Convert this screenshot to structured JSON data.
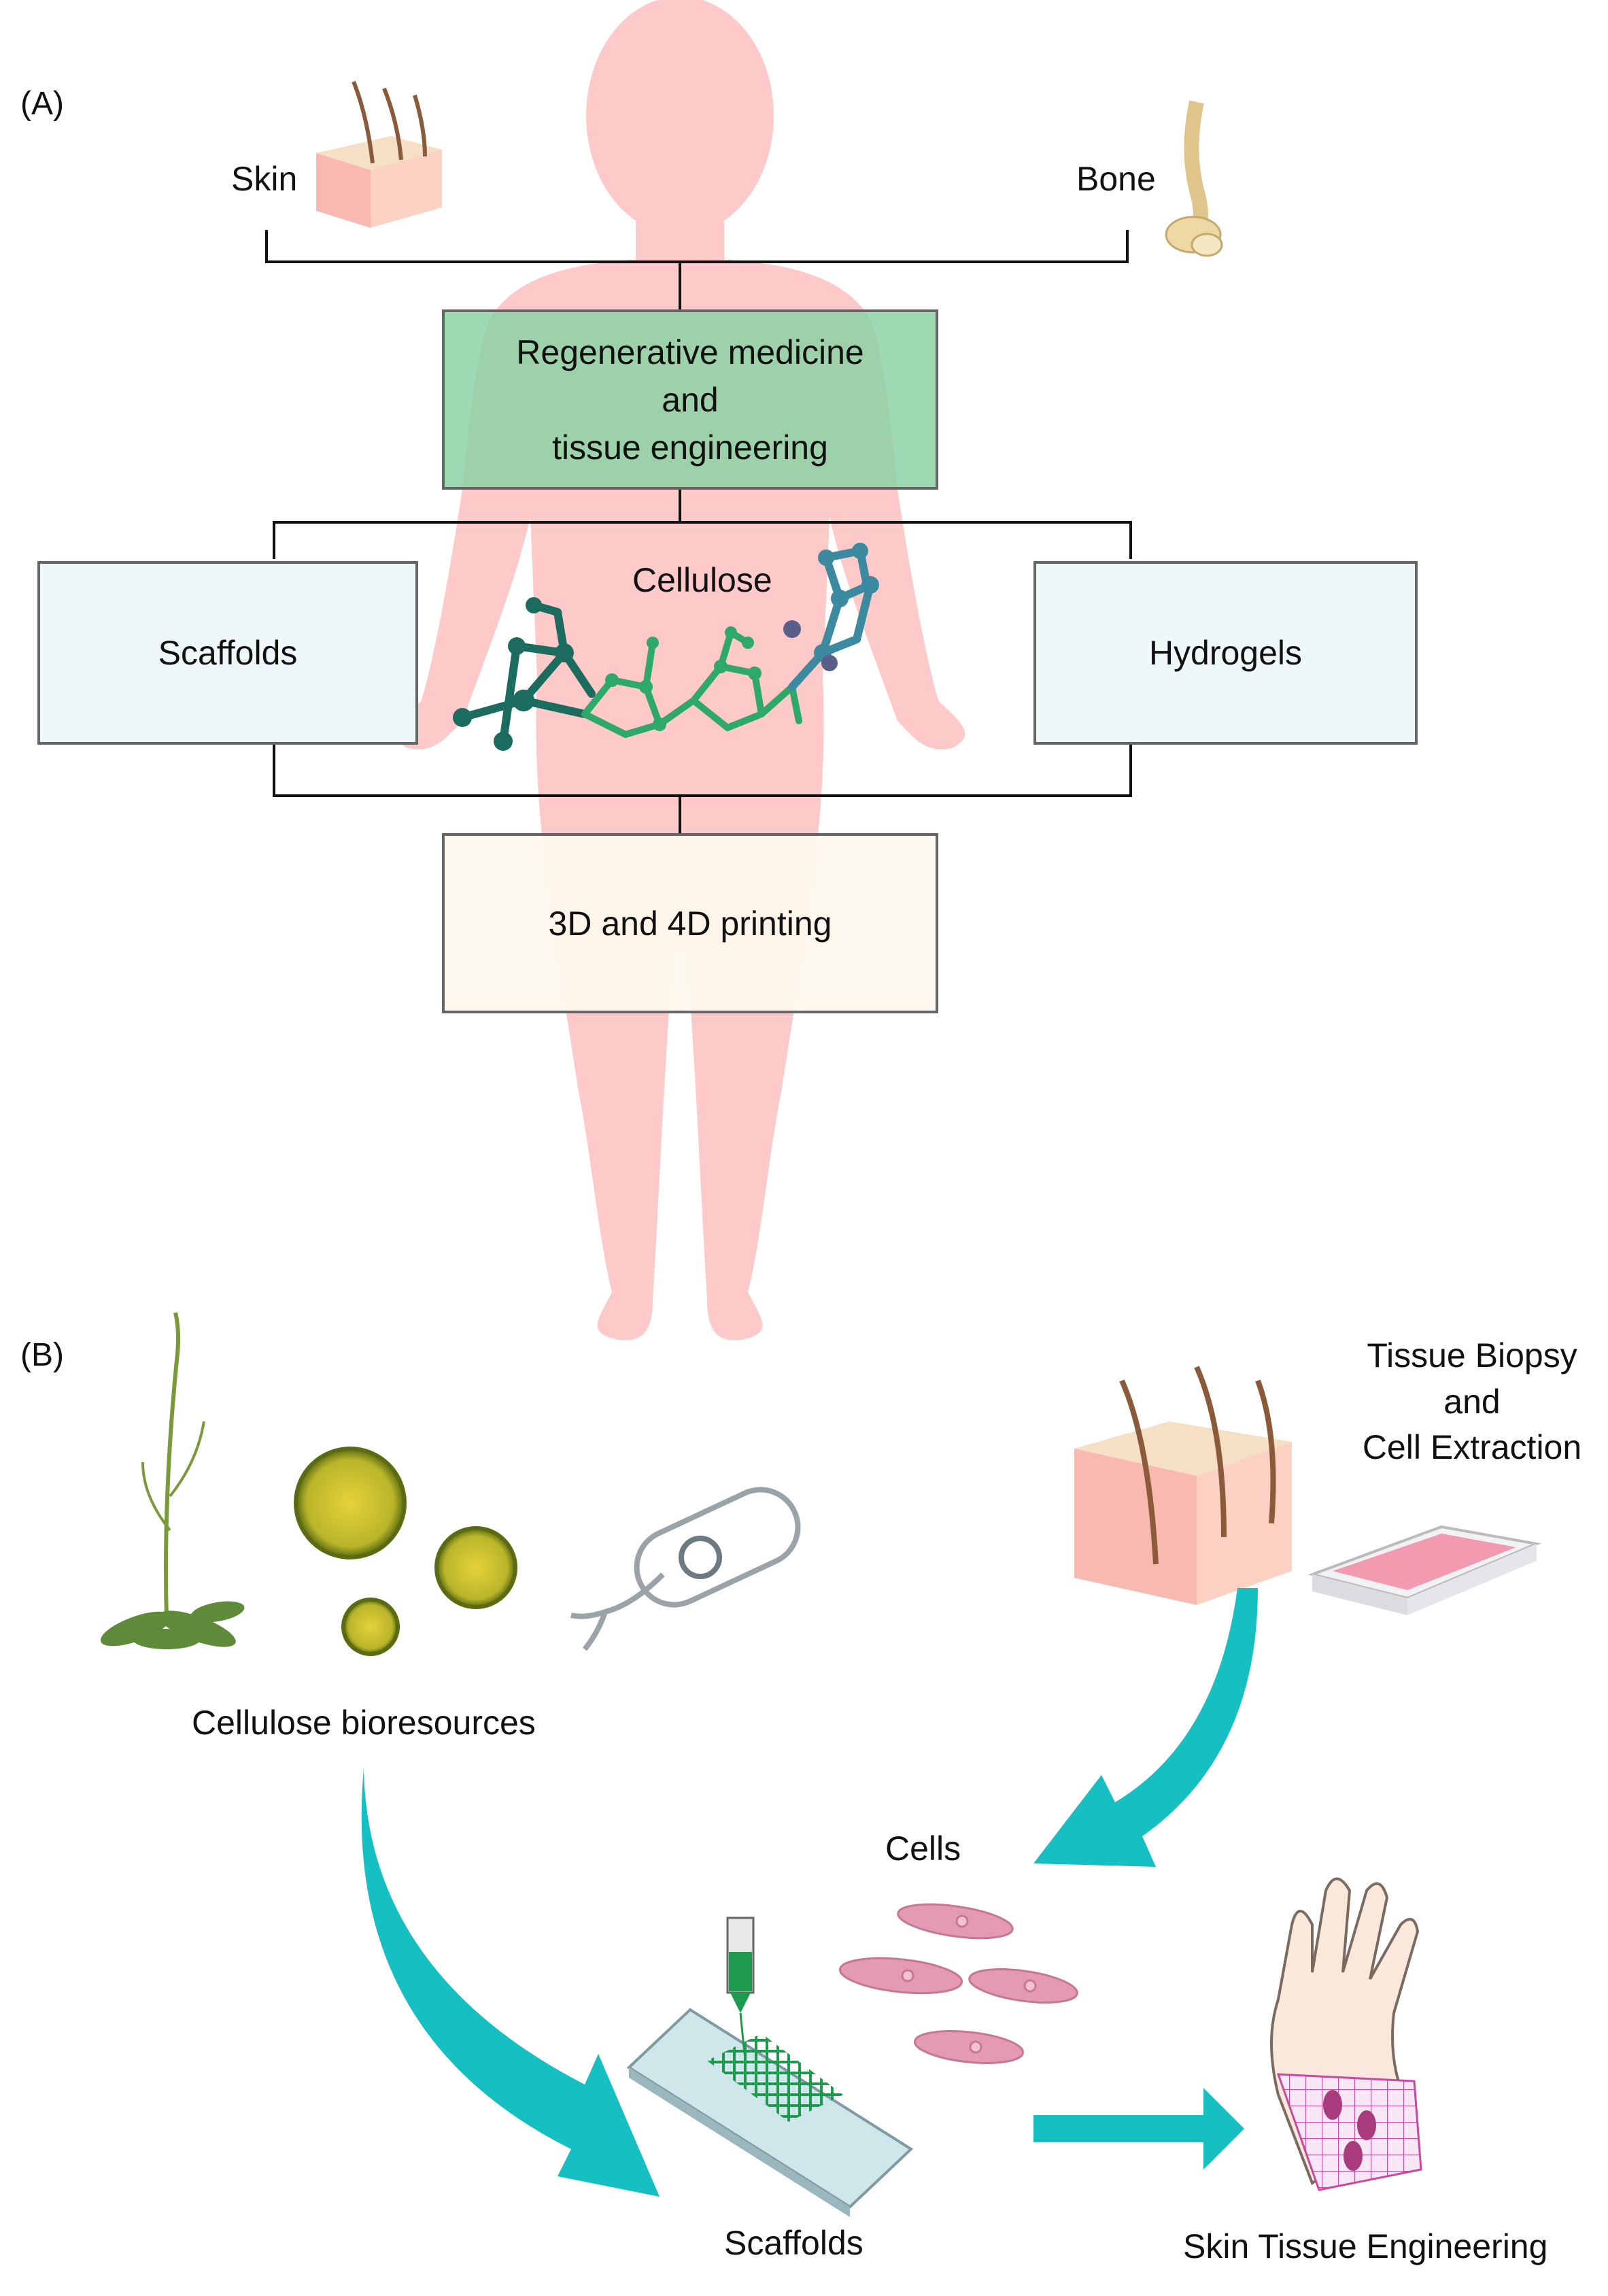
{
  "panel_a": {
    "label": "(A)",
    "skin_label": "Skin",
    "bone_label": "Bone",
    "regen_box": [
      "Regenerative medicine",
      "and",
      "tissue engineering"
    ],
    "cellulose_label": "Cellulose",
    "scaffolds_label": "Scaffolds",
    "hydrogels_label": "Hydrogels",
    "printing_label": "3D and 4D printing"
  },
  "panel_b": {
    "label": "(B)",
    "bioresources_label": "Cellulose bioresources",
    "biopsy_label": [
      "Tissue Biopsy",
      "and",
      "Cell Extraction"
    ],
    "cells_label": "Cells",
    "scaffolds_label": "Scaffolds",
    "skin_te_label": "Skin Tissue Engineering"
  },
  "colors": {
    "body": "#fdc9c9",
    "regen_box": "#9fd8b4",
    "side_boxes": "#eef8f8",
    "printing_box": "#fdf8ec",
    "arrow": "#15bfc2",
    "molecule_dark": "#1b6b5e",
    "molecule_light": "#2fa86b",
    "cells": "#e59ab4"
  }
}
